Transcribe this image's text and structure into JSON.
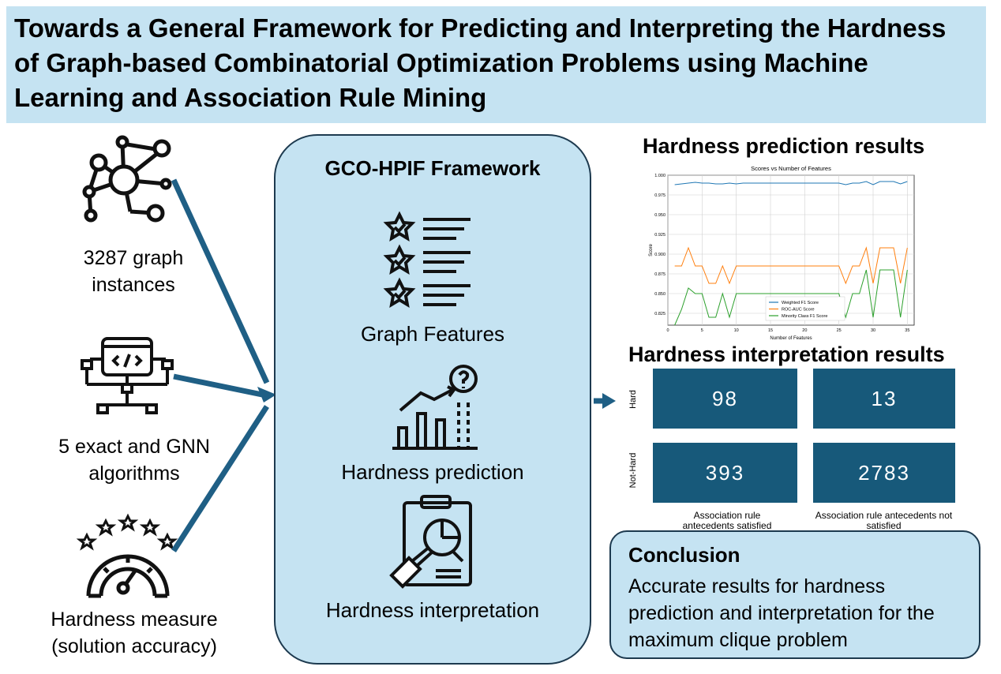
{
  "title": "Towards a General Framework for Predicting and Interpreting the Hardness of Graph-based Combinatorial Optimization Problems using Machine Learning and Association Rule Mining",
  "inputs": {
    "graphs": "3287 graph instances",
    "algorithms": "5 exact and GNN algorithms",
    "measure_line1": "Hardness measure",
    "measure_line2": "(solution accuracy)"
  },
  "framework": {
    "title": "GCO-HPIF Framework",
    "features": "Graph Features",
    "prediction": "Hardness prediction",
    "interpretation": "Hardness interpretation"
  },
  "prediction_results": {
    "title": "Hardness prediction results"
  },
  "interpretation_results": {
    "title": "Hardness interpretation results",
    "row_labels": [
      "Hard",
      "Not-Hard"
    ],
    "col_labels": [
      "Association rule antecedents satisfied",
      "Association rule antecedents not satisfied"
    ],
    "cells": [
      [
        "98",
        "13"
      ],
      [
        "393",
        "2783"
      ]
    ]
  },
  "conclusion": {
    "title": "Conclusion",
    "text": "Accurate results for hardness prediction and interpretation for the maximum clique problem"
  },
  "colors": {
    "banner": "#c5e3f2",
    "arrow": "#1f5f85",
    "cell": "#17597a",
    "series_blue": "#1f77b4",
    "series_orange": "#ff7f0e",
    "series_green": "#2ca02c"
  },
  "chart_data": {
    "type": "line",
    "title": "Scores vs Number of Features",
    "xlabel": "Number of Features",
    "ylabel": "Score",
    "xlim": [
      0,
      36
    ],
    "ylim": [
      0.81,
      1.0
    ],
    "xticks": [
      0,
      5,
      10,
      15,
      20,
      25,
      30,
      35
    ],
    "yticks": [
      0.825,
      0.85,
      0.875,
      0.9,
      0.925,
      0.95,
      0.975,
      1.0
    ],
    "ytick_labels": [
      "0.825",
      "0.850",
      "0.875",
      "0.900",
      "0.925",
      "0.950",
      "0.975",
      "1.000"
    ],
    "grid": true,
    "legend": "lower-center",
    "x": [
      1,
      2,
      3,
      4,
      5,
      6,
      7,
      8,
      9,
      10,
      11,
      12,
      13,
      14,
      15,
      16,
      17,
      18,
      19,
      20,
      21,
      22,
      23,
      24,
      25,
      26,
      27,
      28,
      29,
      30,
      31,
      32,
      33,
      34,
      35
    ],
    "series": [
      {
        "name": "Weighted F1 Score",
        "values": [
          0.988,
          0.989,
          0.99,
          0.991,
          0.99,
          0.99,
          0.989,
          0.989,
          0.99,
          0.989,
          0.99,
          0.99,
          0.99,
          0.99,
          0.99,
          0.99,
          0.99,
          0.99,
          0.99,
          0.99,
          0.99,
          0.99,
          0.99,
          0.99,
          0.99,
          0.988,
          0.99,
          0.99,
          0.992,
          0.988,
          0.992,
          0.992,
          0.992,
          0.989,
          0.992
        ]
      },
      {
        "name": "ROC-AUC Score",
        "values": [
          0.885,
          0.885,
          0.908,
          0.885,
          0.885,
          0.863,
          0.863,
          0.885,
          0.863,
          0.885,
          0.885,
          0.885,
          0.885,
          0.885,
          0.885,
          0.885,
          0.885,
          0.885,
          0.885,
          0.885,
          0.885,
          0.885,
          0.885,
          0.885,
          0.885,
          0.863,
          0.885,
          0.885,
          0.908,
          0.863,
          0.908,
          0.908,
          0.908,
          0.863,
          0.908
        ]
      },
      {
        "name": "Minority Class F1 Score",
        "values": [
          0.81,
          0.83,
          0.857,
          0.85,
          0.85,
          0.82,
          0.82,
          0.85,
          0.82,
          0.85,
          0.85,
          0.85,
          0.85,
          0.85,
          0.85,
          0.85,
          0.85,
          0.85,
          0.85,
          0.85,
          0.85,
          0.85,
          0.85,
          0.85,
          0.85,
          0.82,
          0.85,
          0.85,
          0.88,
          0.82,
          0.88,
          0.88,
          0.88,
          0.82,
          0.88
        ]
      }
    ]
  }
}
